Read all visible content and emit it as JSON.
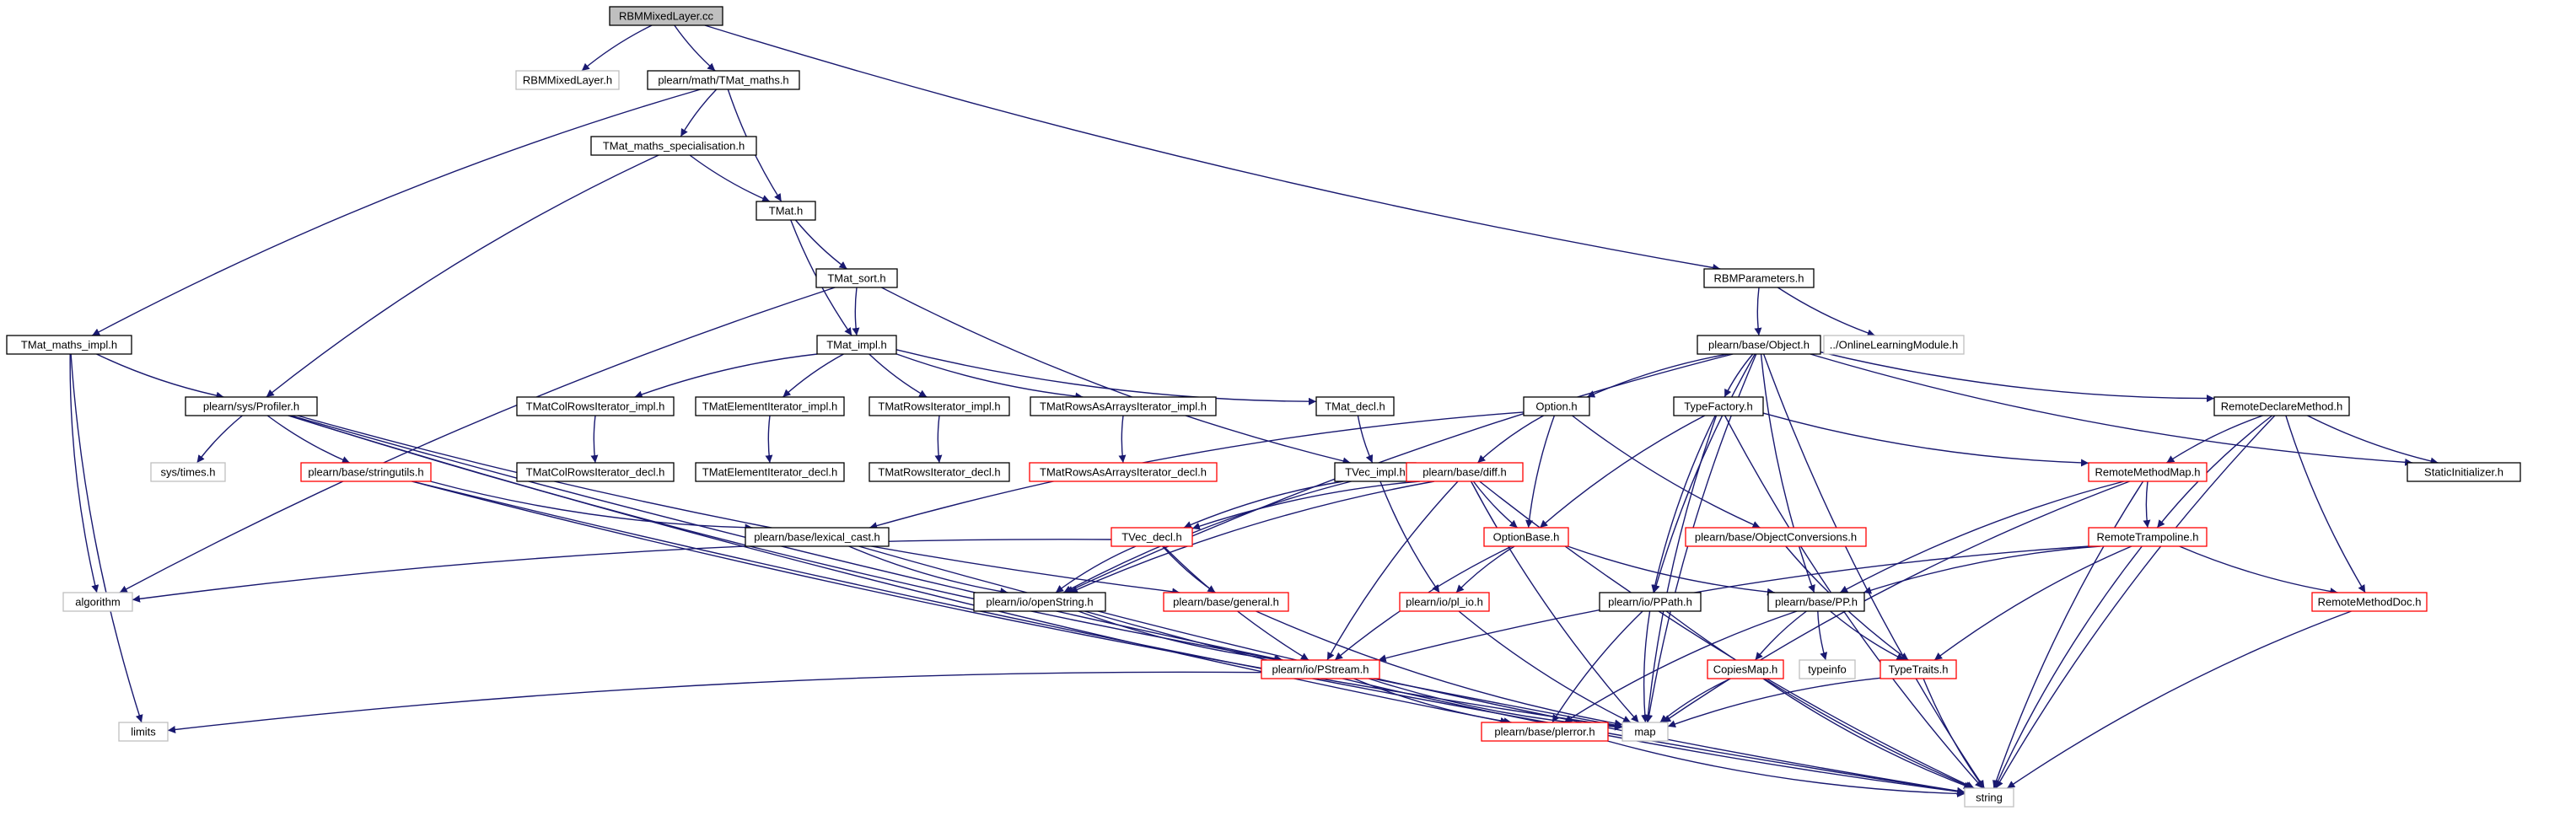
{
  "colors": {
    "edge": "#191970",
    "normal": "#000000",
    "missing": "#bfbfbf",
    "incomplete": "#ff0000",
    "root_fill": "#bfbfbf"
  },
  "nodes": [
    {
      "id": "root",
      "label": "RBMMixedLayer.cc",
      "kind": "root"
    },
    {
      "id": "rbmh",
      "label": "RBMMixedLayer.h",
      "kind": "missing"
    },
    {
      "id": "tmaths",
      "label": "plearn/math/TMat_maths.h",
      "kind": "normal"
    },
    {
      "id": "tmspec",
      "label": "TMat_maths_specialisation.h",
      "kind": "normal"
    },
    {
      "id": "tmat",
      "label": "TMat.h",
      "kind": "normal"
    },
    {
      "id": "tmsort",
      "label": "TMat_sort.h",
      "kind": "normal"
    },
    {
      "id": "tmimpl",
      "label": "TMat_impl.h",
      "kind": "normal"
    },
    {
      "id": "tmmimpl",
      "label": "TMat_maths_impl.h",
      "kind": "normal"
    },
    {
      "id": "profiler",
      "label": "plearn/sys/Profiler.h",
      "kind": "normal"
    },
    {
      "id": "systimes",
      "label": "sys/times.h",
      "kind": "missing"
    },
    {
      "id": "stringutils",
      "label": "plearn/base/stringutils.h",
      "kind": "incomplete"
    },
    {
      "id": "colit",
      "label": "TMatColRowsIterator_impl.h",
      "kind": "normal"
    },
    {
      "id": "colitd",
      "label": "TMatColRowsIterator_decl.h",
      "kind": "normal"
    },
    {
      "id": "elit",
      "label": "TMatElementIterator_impl.h",
      "kind": "normal"
    },
    {
      "id": "elitd",
      "label": "TMatElementIterator_decl.h",
      "kind": "normal"
    },
    {
      "id": "rowit",
      "label": "TMatRowsIterator_impl.h",
      "kind": "normal"
    },
    {
      "id": "rowitd",
      "label": "TMatRowsIterator_decl.h",
      "kind": "normal"
    },
    {
      "id": "rowarr",
      "label": "TMatRowsAsArraysIterator_impl.h",
      "kind": "normal"
    },
    {
      "id": "rowarrd",
      "label": "TMatRowsAsArraysIterator_decl.h",
      "kind": "incomplete"
    },
    {
      "id": "tmdecl",
      "label": "TMat_decl.h",
      "kind": "normal"
    },
    {
      "id": "tvimpl",
      "label": "TVec_impl.h",
      "kind": "normal"
    },
    {
      "id": "rbmparams",
      "label": "RBMParameters.h",
      "kind": "normal"
    },
    {
      "id": "olm",
      "label": "../OnlineLearningModule.h",
      "kind": "missing"
    },
    {
      "id": "object",
      "label": "plearn/base/Object.h",
      "kind": "normal"
    },
    {
      "id": "option",
      "label": "Option.h",
      "kind": "normal"
    },
    {
      "id": "typefactory",
      "label": "TypeFactory.h",
      "kind": "normal"
    },
    {
      "id": "rdm",
      "label": "RemoteDeclareMethod.h",
      "kind": "normal"
    },
    {
      "id": "staticinit",
      "label": "StaticInitializer.h",
      "kind": "normal"
    },
    {
      "id": "rmm",
      "label": "RemoteMethodMap.h",
      "kind": "incomplete"
    },
    {
      "id": "rtramp",
      "label": "RemoteTrampoline.h",
      "kind": "incomplete"
    },
    {
      "id": "rmdoc",
      "label": "RemoteMethodDoc.h",
      "kind": "incomplete"
    },
    {
      "id": "diff",
      "label": "plearn/base/diff.h",
      "kind": "incomplete"
    },
    {
      "id": "optbase",
      "label": "OptionBase.h",
      "kind": "incomplete"
    },
    {
      "id": "objconv",
      "label": "plearn/base/ObjectConversions.h",
      "kind": "incomplete"
    },
    {
      "id": "lexcast",
      "label": "plearn/base/lexical_cast.h",
      "kind": "normal"
    },
    {
      "id": "tvdecl",
      "label": "TVec_decl.h",
      "kind": "incomplete"
    },
    {
      "id": "general",
      "label": "plearn/base/general.h",
      "kind": "incomplete"
    },
    {
      "id": "plio",
      "label": "plearn/io/pl_io.h",
      "kind": "incomplete"
    },
    {
      "id": "ppath",
      "label": "plearn/io/PPath.h",
      "kind": "normal"
    },
    {
      "id": "pp",
      "label": "plearn/base/PP.h",
      "kind": "normal"
    },
    {
      "id": "algorithm",
      "label": "algorithm",
      "kind": "missing"
    },
    {
      "id": "openstring",
      "label": "plearn/io/openString.h",
      "kind": "normal"
    },
    {
      "id": "pstream",
      "label": "plearn/io/PStream.h",
      "kind": "incomplete"
    },
    {
      "id": "copiesmap",
      "label": "CopiesMap.h",
      "kind": "incomplete"
    },
    {
      "id": "typeinfo",
      "label": "typeinfo",
      "kind": "missing"
    },
    {
      "id": "typetraits",
      "label": "TypeTraits.h",
      "kind": "incomplete"
    },
    {
      "id": "limits",
      "label": "limits",
      "kind": "missing"
    },
    {
      "id": "plerror",
      "label": "plearn/base/plerror.h",
      "kind": "incomplete"
    },
    {
      "id": "map",
      "label": "map",
      "kind": "missing"
    },
    {
      "id": "string",
      "label": "string",
      "kind": "missing"
    }
  ],
  "edges": [
    [
      "root",
      "rbmh"
    ],
    [
      "root",
      "tmaths"
    ],
    [
      "root",
      "rbmparams"
    ],
    [
      "tmaths",
      "tmspec"
    ],
    [
      "tmaths",
      "tmat"
    ],
    [
      "tmaths",
      "tmmimpl"
    ],
    [
      "tmspec",
      "tmat"
    ],
    [
      "tmspec",
      "profiler"
    ],
    [
      "tmat",
      "tmsort"
    ],
    [
      "tmat",
      "tmimpl"
    ],
    [
      "tmsort",
      "tmimpl"
    ],
    [
      "tmsort",
      "algorithm"
    ],
    [
      "tmsort",
      "tvimpl"
    ],
    [
      "tmimpl",
      "colit"
    ],
    [
      "tmimpl",
      "elit"
    ],
    [
      "tmimpl",
      "rowit"
    ],
    [
      "tmimpl",
      "rowarr"
    ],
    [
      "tmimpl",
      "tmdecl"
    ],
    [
      "colit",
      "colitd"
    ],
    [
      "elit",
      "elitd"
    ],
    [
      "rowit",
      "rowitd"
    ],
    [
      "rowarr",
      "rowarrd"
    ],
    [
      "tmdecl",
      "tvimpl"
    ],
    [
      "tmmimpl",
      "profiler"
    ],
    [
      "tmmimpl",
      "algorithm"
    ],
    [
      "tmmimpl",
      "limits"
    ],
    [
      "profiler",
      "systimes"
    ],
    [
      "profiler",
      "stringutils"
    ],
    [
      "profiler",
      "pstream"
    ],
    [
      "profiler",
      "plerror"
    ],
    [
      "profiler",
      "map"
    ],
    [
      "profiler",
      "general"
    ],
    [
      "stringutils",
      "lexcast"
    ],
    [
      "stringutils",
      "map"
    ],
    [
      "stringutils",
      "string"
    ],
    [
      "tvimpl",
      "tvdecl"
    ],
    [
      "tvimpl",
      "plio"
    ],
    [
      "tvimpl",
      "openstring"
    ],
    [
      "rbmparams",
      "object"
    ],
    [
      "rbmparams",
      "olm"
    ],
    [
      "object",
      "option"
    ],
    [
      "object",
      "typefactory"
    ],
    [
      "object",
      "rdm"
    ],
    [
      "object",
      "staticinit"
    ],
    [
      "object",
      "ppath"
    ],
    [
      "object",
      "pp"
    ],
    [
      "object",
      "map"
    ],
    [
      "object",
      "string"
    ],
    [
      "object",
      "openstring"
    ],
    [
      "option",
      "diff"
    ],
    [
      "option",
      "optbase"
    ],
    [
      "option",
      "objconv"
    ],
    [
      "option",
      "lexcast"
    ],
    [
      "typefactory",
      "optbase"
    ],
    [
      "typefactory",
      "rmm"
    ],
    [
      "typefactory",
      "ppath"
    ],
    [
      "typefactory",
      "map"
    ],
    [
      "typefactory",
      "string"
    ],
    [
      "rdm",
      "rmm"
    ],
    [
      "rdm",
      "rtramp"
    ],
    [
      "rdm",
      "staticinit"
    ],
    [
      "rdm",
      "rmdoc"
    ],
    [
      "rdm",
      "string"
    ],
    [
      "rmm",
      "rtramp"
    ],
    [
      "rmm",
      "pp"
    ],
    [
      "rmm",
      "map"
    ],
    [
      "rmm",
      "string"
    ],
    [
      "rtramp",
      "pp"
    ],
    [
      "rtramp",
      "rmdoc"
    ],
    [
      "rtramp",
      "typetraits"
    ],
    [
      "rtramp",
      "pstream"
    ],
    [
      "rtramp",
      "string"
    ],
    [
      "rmdoc",
      "string"
    ],
    [
      "diff",
      "optbase"
    ],
    [
      "diff",
      "tvdecl"
    ],
    [
      "diff",
      "openstring"
    ],
    [
      "diff",
      "pstream"
    ],
    [
      "diff",
      "map"
    ],
    [
      "diff",
      "string"
    ],
    [
      "optbase",
      "plio"
    ],
    [
      "optbase",
      "pstream"
    ],
    [
      "optbase",
      "pp"
    ],
    [
      "objconv",
      "typetraits"
    ],
    [
      "lexcast",
      "openstring"
    ],
    [
      "lexcast",
      "string"
    ],
    [
      "tvdecl",
      "algorithm"
    ],
    [
      "tvdecl",
      "openstring"
    ],
    [
      "tvdecl",
      "general"
    ],
    [
      "tvdecl",
      "pstream"
    ],
    [
      "general",
      "map"
    ],
    [
      "plio",
      "map"
    ],
    [
      "ppath",
      "plerror"
    ],
    [
      "ppath",
      "map"
    ],
    [
      "ppath",
      "string"
    ],
    [
      "pp",
      "copiesmap"
    ],
    [
      "pp",
      "typeinfo"
    ],
    [
      "pp",
      "typetraits"
    ],
    [
      "pp",
      "plerror"
    ],
    [
      "openstring",
      "pstream"
    ],
    [
      "openstring",
      "string"
    ],
    [
      "pstream",
      "plerror"
    ],
    [
      "pstream",
      "map"
    ],
    [
      "pstream",
      "limits"
    ],
    [
      "copiesmap",
      "map"
    ],
    [
      "copiesmap",
      "string"
    ],
    [
      "typetraits",
      "map"
    ],
    [
      "typetraits",
      "string"
    ],
    [
      "plerror",
      "string"
    ]
  ]
}
